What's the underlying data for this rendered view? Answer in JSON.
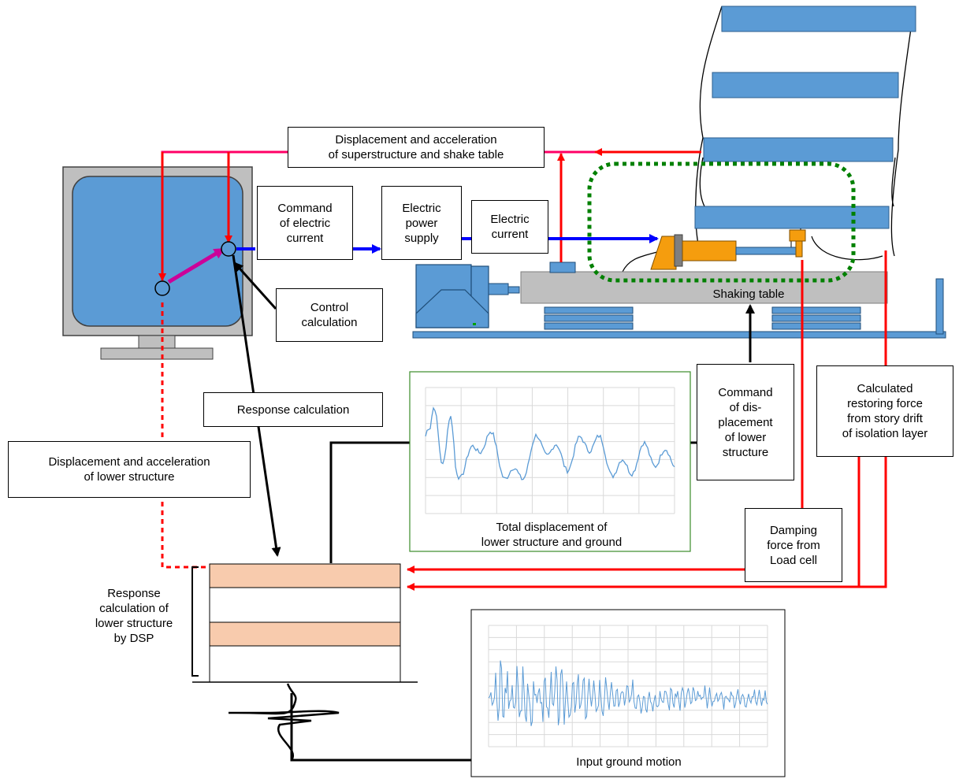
{
  "labels": {
    "disp_accel_super": "Displacement and acceleration\nof superstructure and shake table",
    "command_current": "Command\nof electric\ncurrent",
    "power_supply": "Electric\npower\nsupply",
    "electric_current": "Electric\ncurrent",
    "control_calc": "Control\ncalculation",
    "shaking_table": "Shaking table",
    "response_calc": "Response calculation",
    "disp_accel_lower": "Displacement and acceleration\nof lower structure",
    "command_disp": "Command\nof dis-\nplacement\nof lower\nstructure",
    "restoring_force": "Calculated\nrestoring force\nfrom story drift\nof isolation layer",
    "damping_force": "Damping\nforce from\nLoad cell",
    "dsp_calc": "Response\ncalculation of\nlower structure\nby DSP"
  },
  "charts": {
    "total_displacement_title": "Total displacement of\nlower structure and ground",
    "input_motion_title": "Input ground motion"
  },
  "colors": {
    "monitor_screen": "#5b9bd5",
    "floor_slab": "#5b9bd5",
    "lower_floor": "#f8cbad",
    "damper": "#f59d0e",
    "red_path": "#ff0000",
    "pink_path": "#ff0066",
    "blue_path": "#0000ff",
    "magenta_arrow": "#cc0099",
    "green_dotted": "#008000",
    "waveform": "#5b9bd5"
  }
}
